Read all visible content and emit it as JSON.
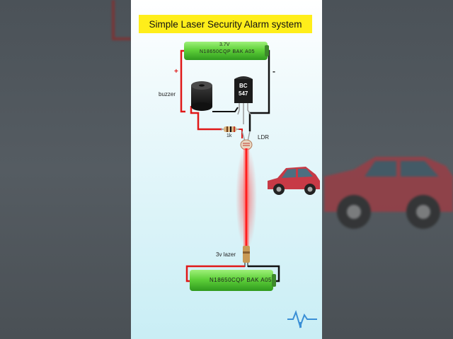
{
  "title": "Simple Laser Security Alarm system",
  "battery_top": {
    "voltage": "3.7V",
    "model": "N18650CQP BAK A05"
  },
  "battery_bottom": {
    "model": "N18650CQP BAK A05"
  },
  "polarity": {
    "plus": "+",
    "minus": "-"
  },
  "components": {
    "buzzer": "buzzer",
    "transistor_line1": "BC",
    "transistor_line2": "547",
    "resistor": "1k",
    "ldr": "LDR",
    "laser": "3v lazer"
  },
  "colors": {
    "title_bg": "#ffee1a",
    "battery": "#5fd13a",
    "wire_red": "#e01818",
    "wire_black": "#111111",
    "laser": "#ff2a2a",
    "car": "#c73a46"
  }
}
